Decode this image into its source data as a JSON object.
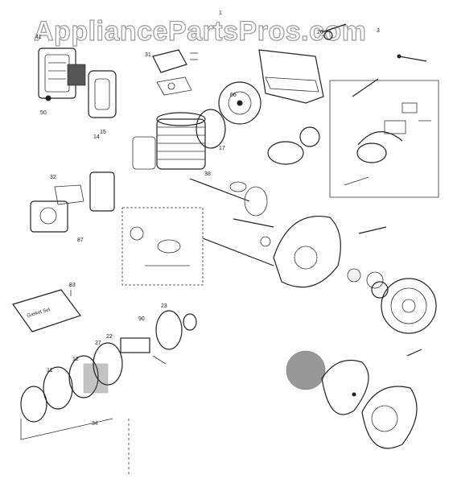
{
  "watermark": "AppliancePartsPros.com",
  "callouts": [
    {
      "id": "c01",
      "text": "1"
    },
    {
      "id": "c02",
      "text": "3"
    },
    {
      "id": "c03",
      "text": "26"
    },
    {
      "id": "c04",
      "text": "41"
    },
    {
      "id": "c05",
      "text": "50"
    },
    {
      "id": "c06",
      "text": "31"
    },
    {
      "id": "c07",
      "text": "15"
    },
    {
      "id": "c08",
      "text": "32"
    },
    {
      "id": "c09",
      "text": "38"
    },
    {
      "id": "c10",
      "text": "17"
    },
    {
      "id": "c11",
      "text": "87"
    },
    {
      "id": "c12",
      "text": "23"
    },
    {
      "id": "c13",
      "text": "83"
    },
    {
      "id": "c14",
      "text": "22"
    },
    {
      "id": "c15",
      "text": "27"
    },
    {
      "id": "c16",
      "text": "90"
    },
    {
      "id": "c17",
      "text": "11"
    },
    {
      "id": "c18",
      "text": "12"
    },
    {
      "id": "c19",
      "text": "34"
    },
    {
      "id": "c20",
      "text": "66"
    },
    {
      "id": "c21",
      "text": "14"
    }
  ],
  "kit_label": "Gasket Set"
}
